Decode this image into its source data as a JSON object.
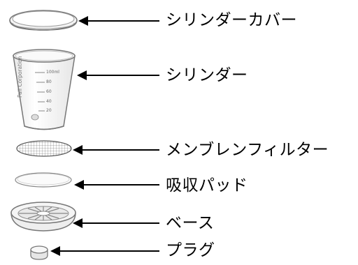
{
  "parts": [
    {
      "id": "cylinder-cover",
      "label": "シリンダーカバー"
    },
    {
      "id": "cylinder",
      "label": "シリンダー"
    },
    {
      "id": "membrane-filter",
      "label": "メンブレンフィルター"
    },
    {
      "id": "absorbent-pad",
      "label": "吸収パッド"
    },
    {
      "id": "base",
      "label": "ベース"
    },
    {
      "id": "plug",
      "label": "プラグ"
    }
  ],
  "cylinder": {
    "brand": "Pall Corporation",
    "graduations": [
      "100ml",
      "80",
      "60",
      "40",
      "20"
    ]
  },
  "colors": {
    "line": "#000000",
    "outline": "#777777",
    "fill": "#f2f2f2"
  }
}
